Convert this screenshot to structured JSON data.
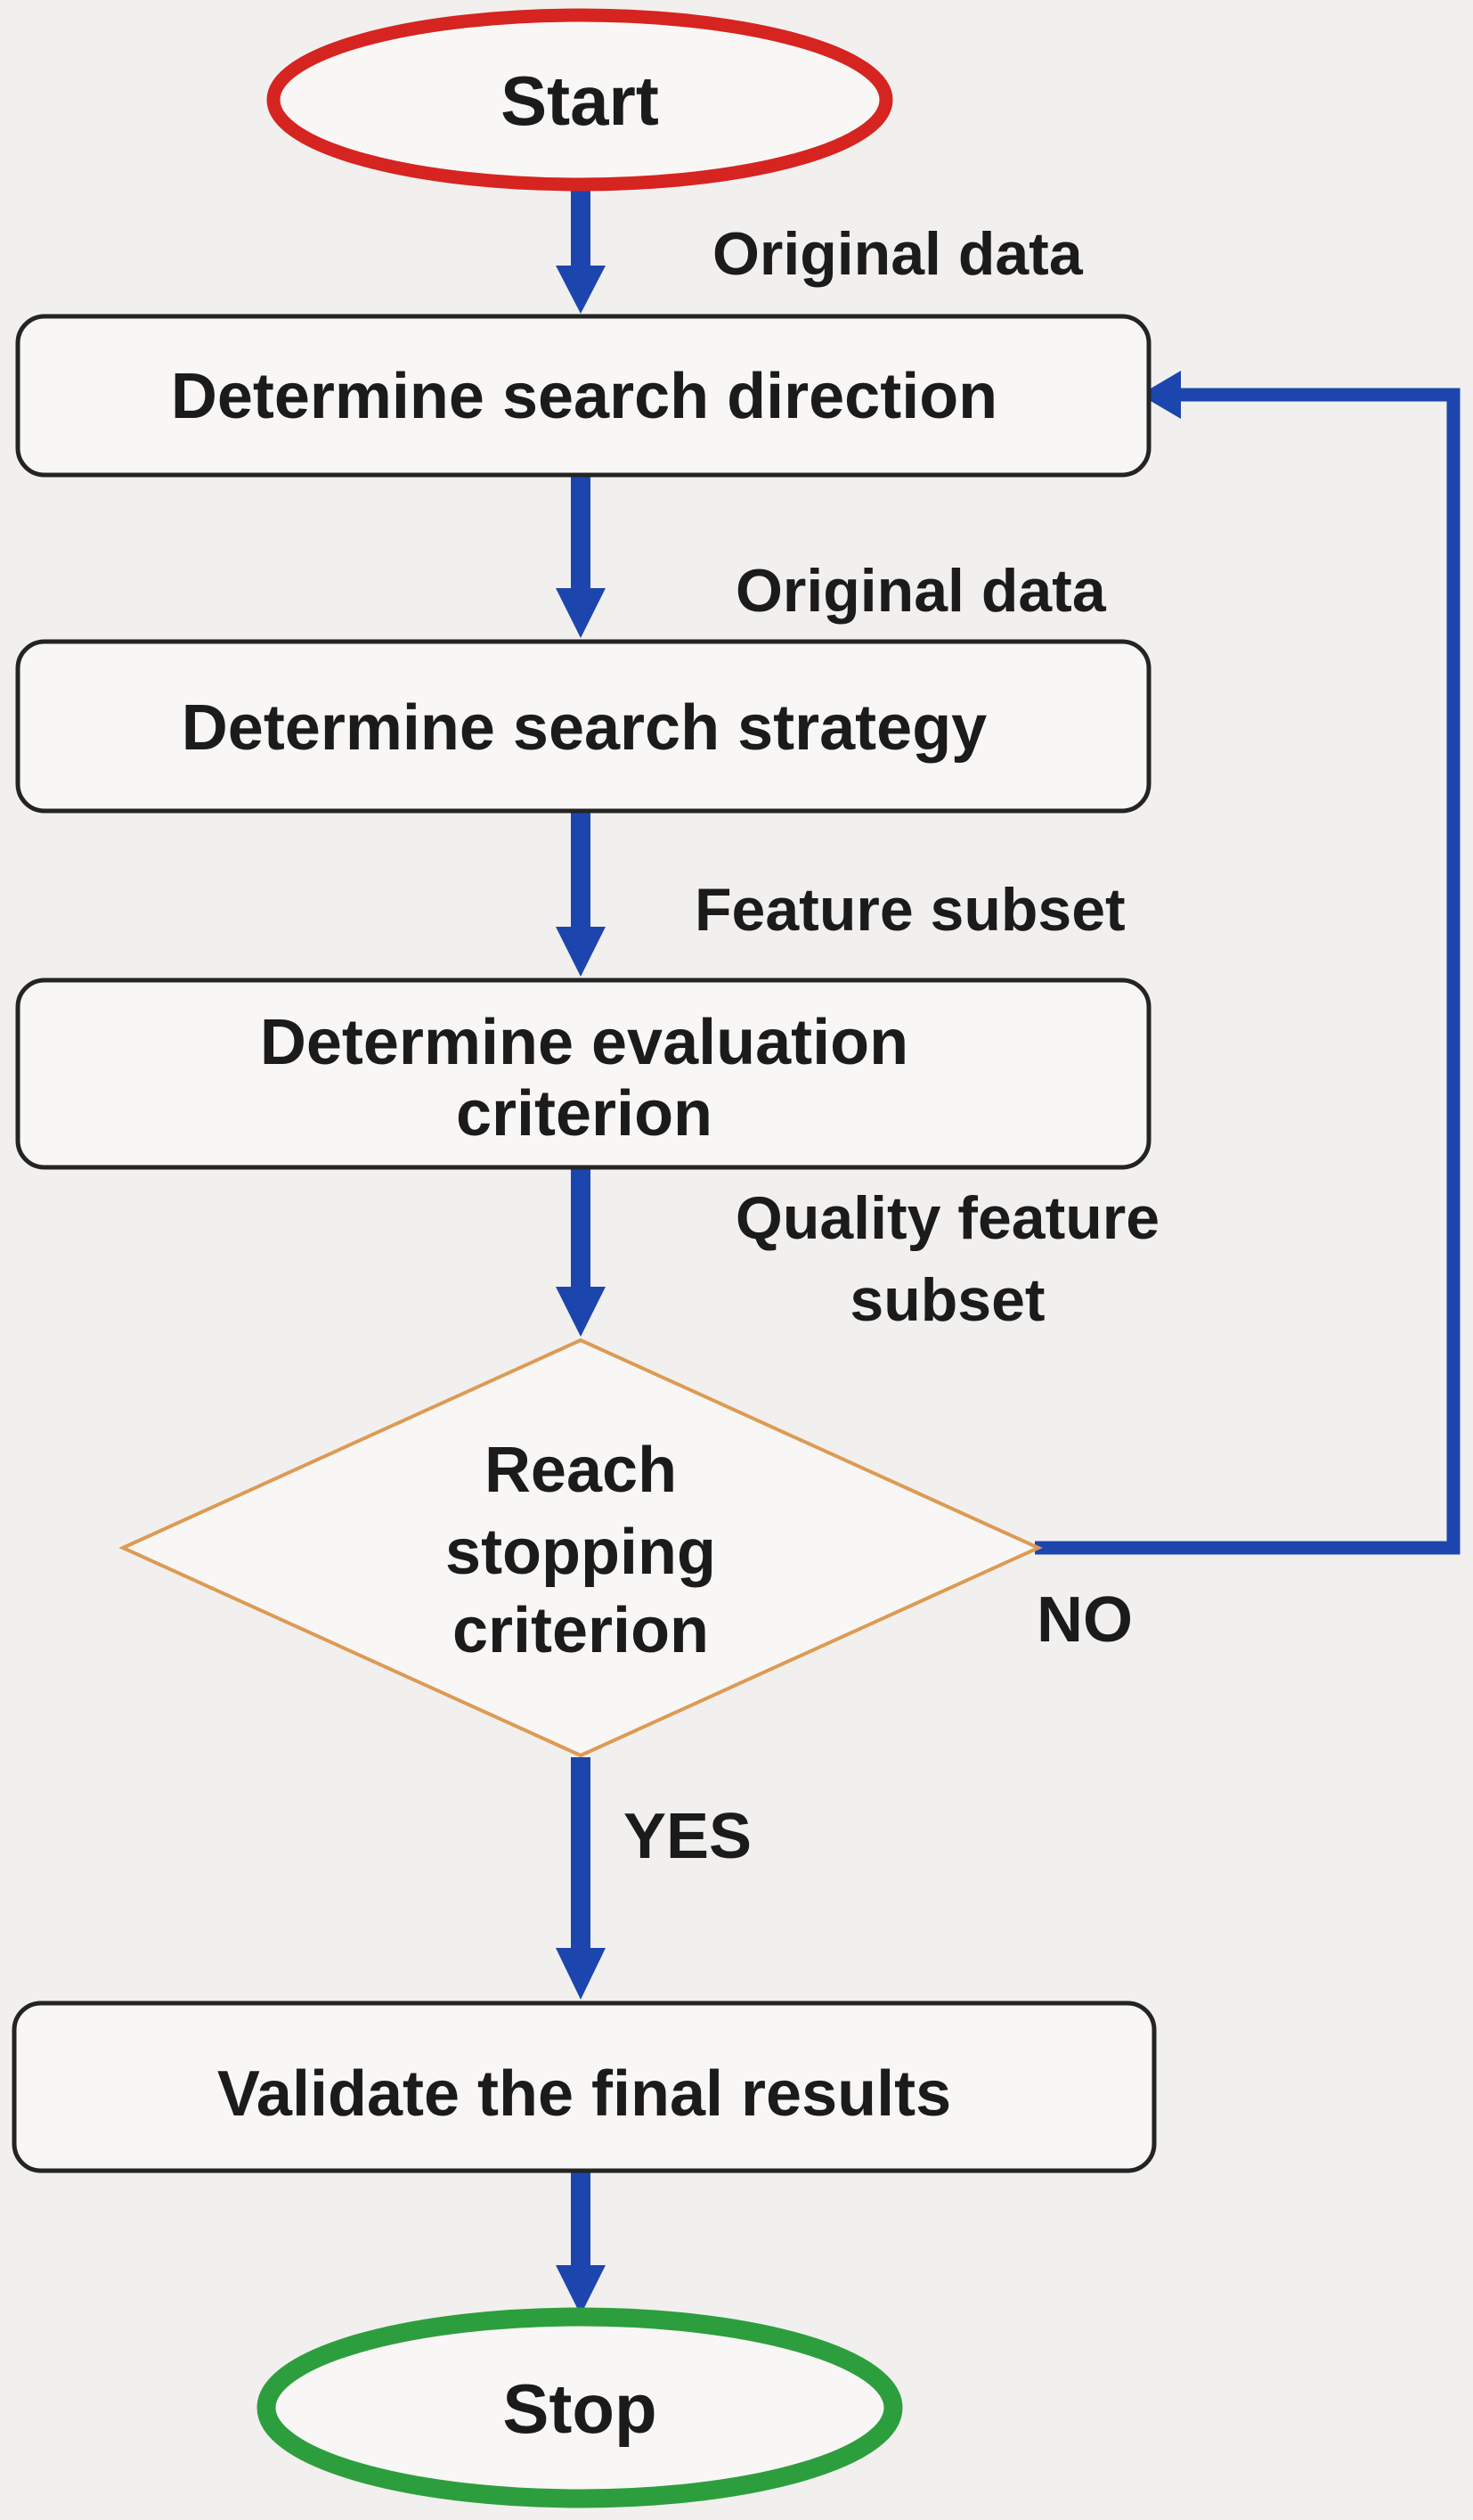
{
  "diagram": {
    "type": "flowchart",
    "topic": "Feature selection process"
  },
  "colors": {
    "background": "#f1f0ee",
    "node_fill": "#f8f7f5",
    "node_border": "#242424",
    "text": "#1b1b1b",
    "arrow_blue": "#1c45ae",
    "start_stroke": "#d62421",
    "stop_stroke": "#2d9e3d",
    "diamond_stroke": "#dd9a55"
  },
  "nodes": {
    "start": {
      "label": "Start"
    },
    "step1": {
      "label": "Determine search direction"
    },
    "step2": {
      "label": "Determine search strategy"
    },
    "step3": {
      "line1": "Determine evaluation",
      "line2": "criterion"
    },
    "decision": {
      "line1": "Reach",
      "line2": "stopping",
      "line3": "criterion"
    },
    "validate": {
      "label": "Validate the final results"
    },
    "stop": {
      "label": "Stop"
    }
  },
  "edges": {
    "start_to_step1": {
      "label": "Original data"
    },
    "step1_to_step2": {
      "label": "Original data"
    },
    "step2_to_step3": {
      "label": "Feature subset"
    },
    "step3_to_decision": {
      "line1": "Quality feature",
      "line2": "subset"
    },
    "decision_no": {
      "label": "NO"
    },
    "decision_yes": {
      "label": "YES"
    }
  }
}
